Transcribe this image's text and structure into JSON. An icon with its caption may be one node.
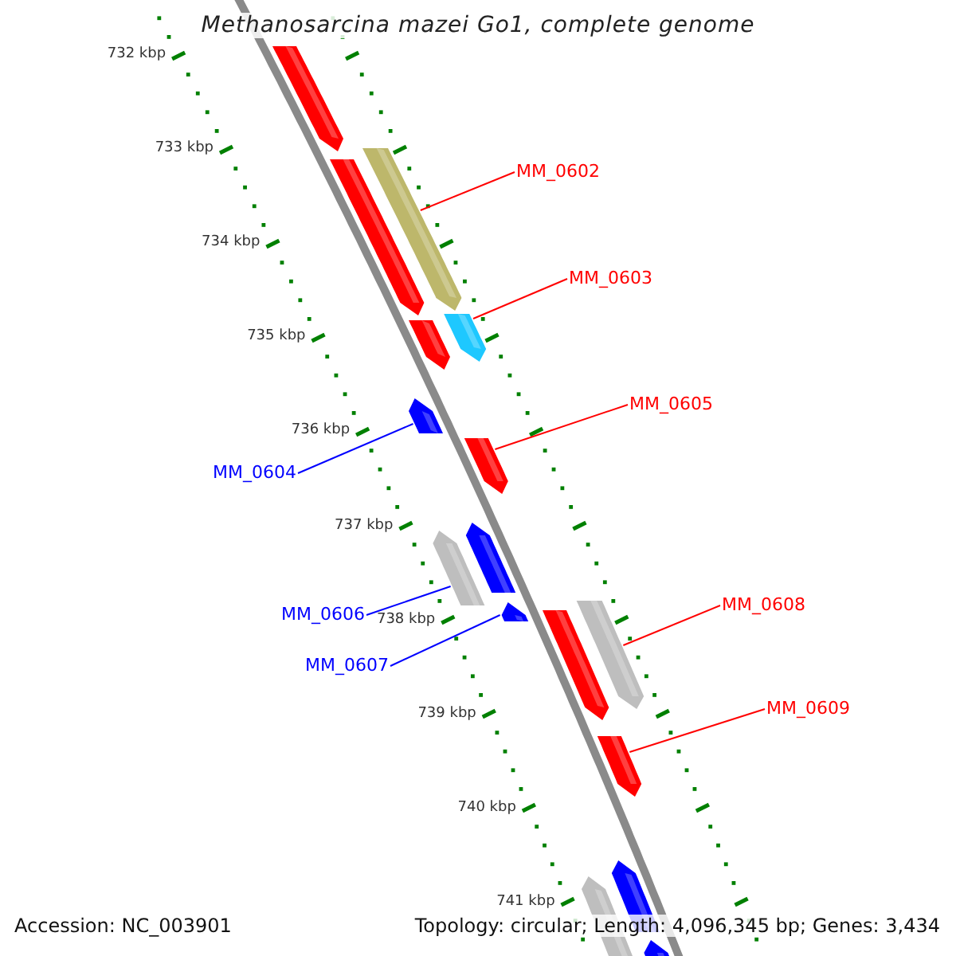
{
  "diagram": {
    "title": "Methanosarcina mazei Go1, complete genome",
    "nodes": [
      {
        "text": [
          "MM_0602"
        ]
      },
      {
        "text": [],
        "shape": "arrow"
      },
      {
        "text": [
          "MM_0603"
        ]
      },
      {
        "text": [],
        "shape": "arrow"
      },
      {
        "text": [
          "MM_0605"
        ]
      },
      {
        "text": [],
        "shape": "arrow"
      },
      {
        "text": [
          "MM_0604"
        ]
      },
      {
        "text": [],
        "shape": "arrow"
      },
      {
        "text": [
          "MM_0606"
        ]
      },
      {
        "text": [],
        "shape": "arrow"
      },
      {
        "text": [
          "MM_0607"
        ]
      },
      {
        "text": [],
        "shape": "arrow"
      },
      {
        "text": [
          "MM_0608"
        ]
      },
      {
        "text": [],
        "shape": "arrow"
      },
      {
        "text": [
          "MM_0609"
        ]
      },
      {
        "text": [],
        "shape": "arrow"
      },
      {
        "text": [],
        "shape": "arrow"
      },
      {
        "text": [],
        "shape": "arrow"
      },
      {
        "text": [],
        "shape": "arrow"
      },
      {
        "text": [],
        "shape": "arrow"
      },
      {
        "text": [],
        "shape": "arrow"
      },
      {
        "text": [],
        "shape": "arrow"
      },
      {
        "text": [],
        "shape": "arrow"
      },
      {
        "text": [],
        "shape": "arrow"
      }
    ],
    "edges": [
      {
        "from": 0,
        "to": 1,
        "arrow": "none"
      },
      {
        "from": 2,
        "to": 3,
        "arrow": "none"
      },
      {
        "from": 4,
        "to": 5,
        "arrow": "none"
      },
      {
        "from": 6,
        "to": 7,
        "arrow": "none",
        "color": "#0000ff"
      },
      {
        "from": 8,
        "to": 9,
        "arrow": "none",
        "color": "#0000ff"
      },
      {
        "from": 10,
        "to": 11,
        "arrow": "none",
        "color": "#0000ff"
      },
      {
        "from": 12,
        "to": 13,
        "arrow": "none"
      },
      {
        "from": 14,
        "to": 15,
        "arrow": "none"
      }
    ],
    "labels": [
      "732 kbp",
      "733 kbp",
      "734 kbp",
      "735 kbp",
      "736 kbp",
      "737 kbp",
      "738 kbp",
      "739 kbp",
      "740 kbp",
      "741 kbp",
      "Accession: NC_003901",
      "Topology: circular; Length: 4,096,345 bp; Genes: 3,434"
    ]
  }
}
